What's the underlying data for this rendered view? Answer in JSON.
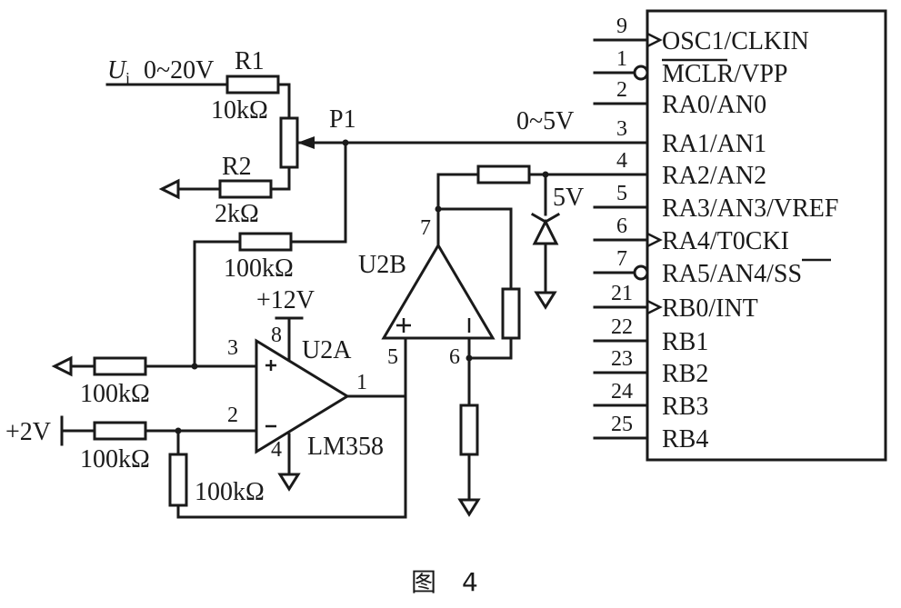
{
  "figure": {
    "caption": "图　4"
  },
  "input": {
    "symbol": "U",
    "subscript": "i",
    "range": "0~20V"
  },
  "resistors": {
    "r1": {
      "name": "R1",
      "value": "10kΩ"
    },
    "r2": {
      "name": "R2",
      "value": "2kΩ"
    },
    "feedback": {
      "value": "100kΩ"
    },
    "in_plus": {
      "value": "100kΩ"
    },
    "in_minus": {
      "value": "100kΩ"
    },
    "gain": {
      "value": "100kΩ"
    }
  },
  "pot": {
    "name": "P1"
  },
  "u2a": {
    "name": "U2A",
    "part": "LM358",
    "supply": "+12V"
  },
  "u2b": {
    "name": "U2B"
  },
  "ref_source": {
    "label": "+2V"
  },
  "zener": {
    "label": "5V"
  },
  "signal_range": "0~5V",
  "pins": {
    "u2a_plus": "3",
    "u2a_minus": "2",
    "u2a_out": "1",
    "u2a_vcc": "8",
    "u2a_gnd": "4",
    "u2b_plus": "5",
    "u2b_minus": "6",
    "u2b_out": "7"
  },
  "mcu": {
    "pins": [
      {
        "num": "9",
        "name": "OSC1/CLKIN"
      },
      {
        "num": "1",
        "name": "MCLR",
        "suffix": "/VPP"
      },
      {
        "num": "2",
        "name": "RA0/AN0"
      },
      {
        "num": "3",
        "name": "RA1/AN1"
      },
      {
        "num": "4",
        "name": "RA2/AN2"
      },
      {
        "num": "5",
        "name": "RA3/AN3/VREF"
      },
      {
        "num": "6",
        "name": "RA4/T0CKI"
      },
      {
        "num": "7",
        "name": "RA5/AN4/",
        "suffix": "SS"
      },
      {
        "num": "21",
        "name": "RB0/INT"
      },
      {
        "num": "22",
        "name": "RB1"
      },
      {
        "num": "23",
        "name": "RB2"
      },
      {
        "num": "24",
        "name": "RB3"
      },
      {
        "num": "25",
        "name": "RB4"
      }
    ]
  }
}
